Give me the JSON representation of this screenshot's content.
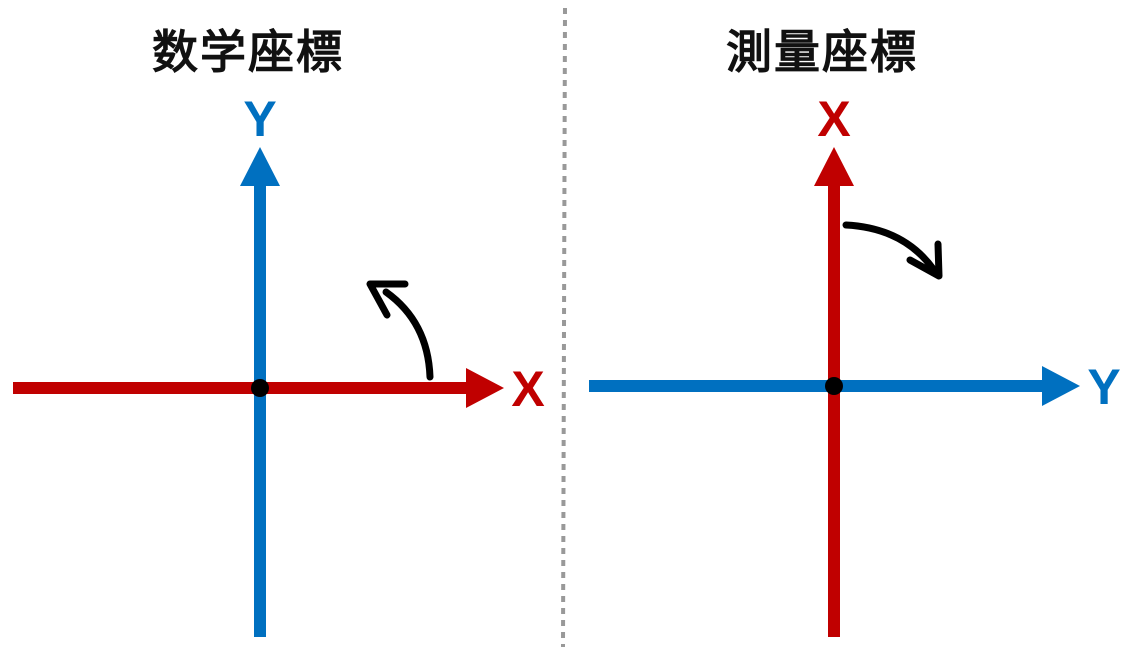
{
  "left_panel": {
    "title": "数学座標",
    "x_label": "X",
    "y_label": "Y",
    "rotation": "counterclockwise"
  },
  "right_panel": {
    "title": "測量座標",
    "x_label": "X",
    "y_label": "Y",
    "rotation": "clockwise"
  },
  "colors": {
    "x_axis": "#c00000",
    "y_axis": "#0070c0",
    "rotation_arrow": "#000000",
    "origin": "#000000",
    "divider": "#999999"
  }
}
